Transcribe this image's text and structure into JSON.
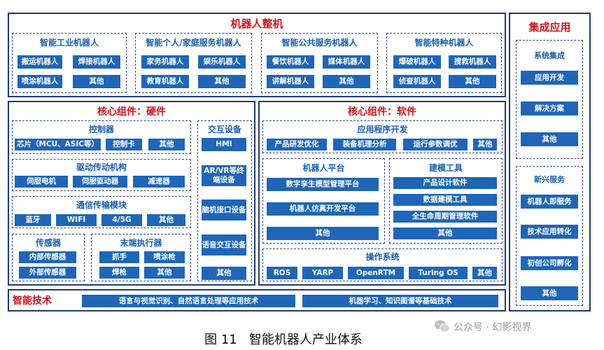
{
  "robot_whole": {
    "title": "机器人整机",
    "groups": [
      {
        "title": "智能工业机器人",
        "items": [
          "搬运机器人",
          "焊接机器人",
          "喷涂机器人",
          "其他"
        ]
      },
      {
        "title": "智能个人/家庭服务机器人",
        "items": [
          "家务机器人",
          "娱乐机器人",
          "教育机器人",
          "其他"
        ]
      },
      {
        "title": "智能公共服务机器人",
        "items": [
          "餐饮机器人",
          "媒体机器人",
          "讲解机器人",
          "其他"
        ]
      },
      {
        "title": "智能特种机器人",
        "items": [
          "爆破机器人",
          "搜救机器人",
          "侦查机器人",
          "其他"
        ]
      }
    ]
  },
  "integrated": {
    "title": "集成应用",
    "system": {
      "title": "系统集成",
      "items": [
        "应用开发",
        "解决方案",
        "其他"
      ]
    },
    "emerging": {
      "title": "新兴服务",
      "items": [
        "机器人即服务",
        "技术应用转化",
        "初创公司孵化",
        "其他"
      ]
    }
  },
  "hardware": {
    "title": "核心组件：硬件",
    "controller": {
      "title": "控制器",
      "items": [
        "芯片（MCU、ASIC等）",
        "控制卡",
        "其他"
      ]
    },
    "drive": {
      "title": "驱动传动机构",
      "items": [
        "伺服电机",
        "伺服驱动器",
        "减速器"
      ]
    },
    "comm": {
      "title": "通信传输模块",
      "items": [
        "蓝牙",
        "WIFI",
        "4/5G",
        "其他"
      ]
    },
    "sensor": {
      "title": "传感器",
      "items": [
        "内部传感器",
        "外部传感器"
      ]
    },
    "effector": {
      "title": "末端执行器",
      "items": [
        "抓手",
        "喷涂枪",
        "焊枪",
        "其他"
      ]
    },
    "interaction": {
      "title": "交互设备",
      "items": [
        "HMI",
        "AR/VR等终端设备",
        "脑机接口设备",
        "语音交互设备",
        "其他"
      ]
    }
  },
  "software": {
    "title": "核心组件：软件",
    "app": {
      "title": "应用程序开发",
      "items": [
        "产品研发优化",
        "装备机理分析",
        "运行参数调优",
        "其他"
      ]
    },
    "platform": {
      "title": "机器人平台",
      "items": [
        "数字孪生模型管理平台",
        "机器人仿真开发平台",
        "其他"
      ]
    },
    "modeling": {
      "title": "建模工具",
      "items": [
        "产品设计软件",
        "数据建模工具",
        "全生命周期管理软件",
        "其他"
      ]
    },
    "os": {
      "title": "操作系统",
      "items": [
        "ROS",
        "YARP",
        "OpenRTM",
        "Turing OS",
        "其他"
      ]
    }
  },
  "ai": {
    "title": "智能技术",
    "items": [
      "语言与视觉识别、自然语言处理等应用技术",
      "机器学习、知识图谱等基础技术"
    ]
  },
  "caption": "图 11   智能机器人产业体系",
  "watermark": "公众号 · 幻影视界"
}
